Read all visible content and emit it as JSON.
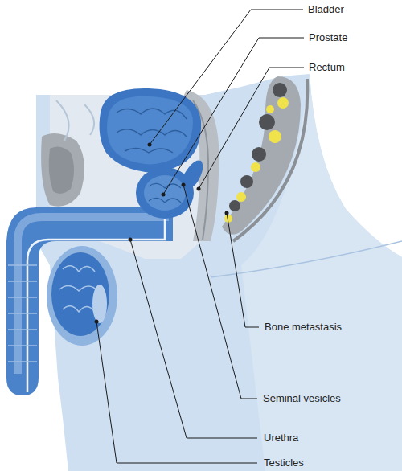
{
  "diagram": {
    "labels": [
      "Bladder",
      "Prostate",
      "Rectum",
      "Bone metastasis",
      "Seminal vesicles",
      "Urethra",
      "Testicles"
    ]
  }
}
